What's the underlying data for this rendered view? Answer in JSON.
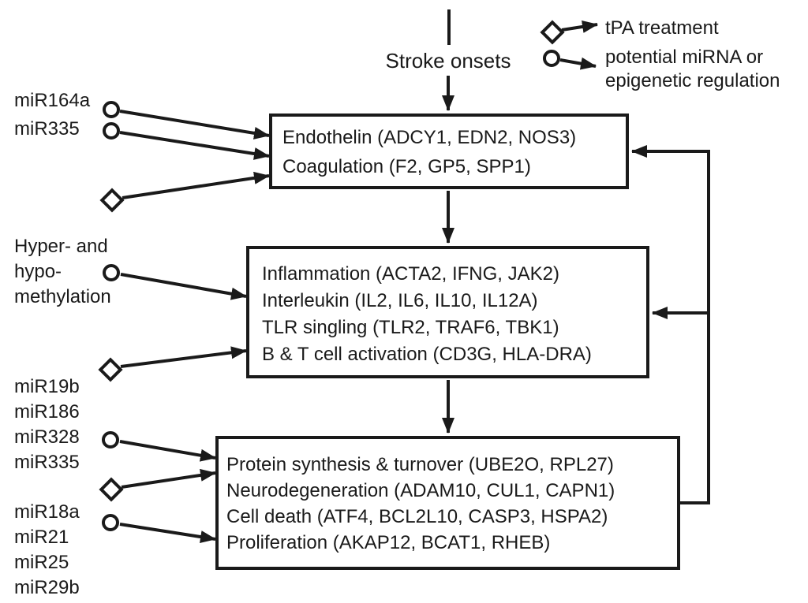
{
  "colors": {
    "ink": "#1a1a1a",
    "background": "#ffffff"
  },
  "top": {
    "label": "Stroke onsets"
  },
  "legend": {
    "items": [
      {
        "marker": "diamond-icon",
        "label": "tPA treatment"
      },
      {
        "marker": "circle-icon",
        "label_line1": "potential miRNA or",
        "label_line2": "epigenetic regulation"
      }
    ]
  },
  "boxes": {
    "endothelin_coagulation": {
      "lines": [
        "Endothelin (ADCY1, EDN2, NOS3)",
        "Coagulation (F2, GP5, SPP1)"
      ]
    },
    "inflammation_immune": {
      "lines": [
        "Inflammation (ACTA2, IFNG, JAK2)",
        "Interleukin (IL2, IL6, IL10, IL12A)",
        "TLR singling (TLR2, TRAF6, TBK1)",
        "B & T cell activation (CD3G, HLA-DRA)"
      ]
    },
    "degeneration_death": {
      "lines": [
        "Protein synthesis & turnover (UBE2O, RPL27)",
        "Neurodegeneration (ADAM10, CUL1, CAPN1)",
        "Cell death (ATF4, BCL2L10, CASP3, HSPA2)",
        "Proliferation (AKAP12, BCAT1, RHEB)"
      ]
    }
  },
  "left_labels": {
    "mirna_top": [
      "miR164a",
      "miR335"
    ],
    "methylation": [
      "Hyper- and",
      "hypo-",
      "methylation"
    ],
    "mirna_mid": [
      "miR19b",
      "miR186",
      "miR328",
      "miR335"
    ],
    "mirna_bottom": [
      "miR18a",
      "miR21",
      "miR25",
      "miR29b"
    ]
  }
}
